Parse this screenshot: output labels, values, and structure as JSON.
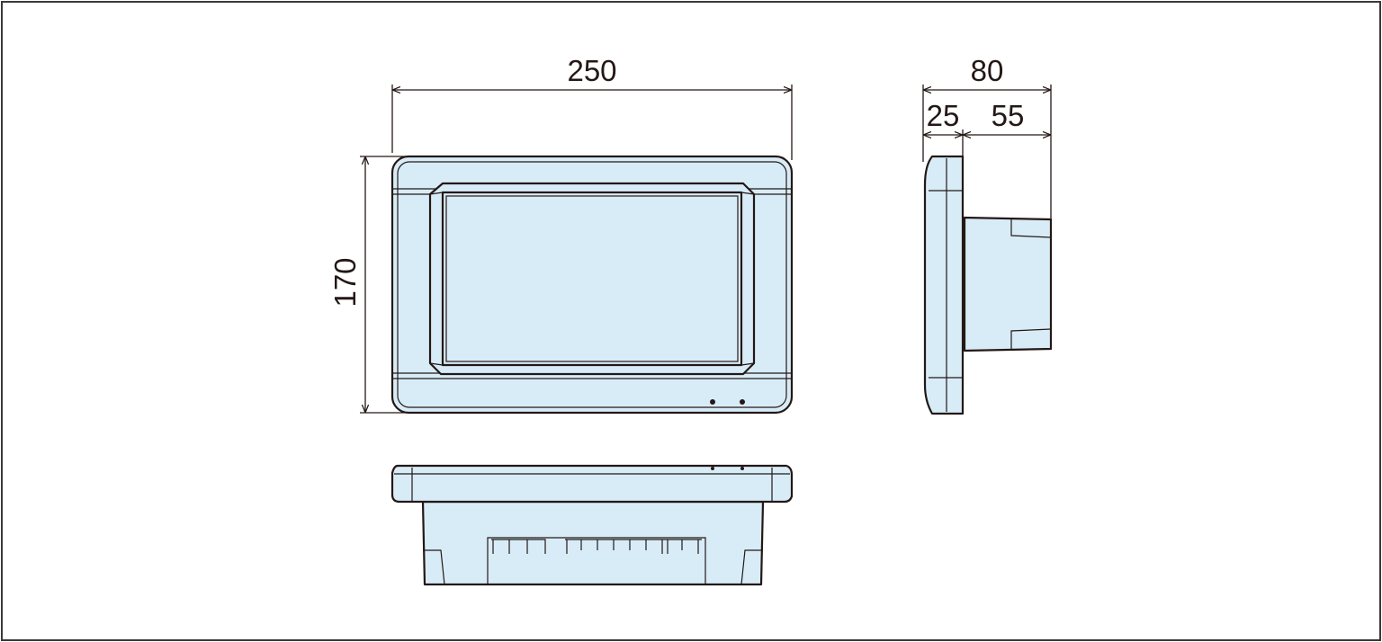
{
  "diagram": {
    "dimensions": {
      "front_width": "250",
      "front_height": "170",
      "side_depth_total": "80",
      "side_depth_front": "25",
      "side_depth_back": "55"
    },
    "colors": {
      "line": "#231815",
      "fill": "#d8ecf8",
      "border": "#3a3a3a",
      "background": "#ffffff"
    }
  }
}
